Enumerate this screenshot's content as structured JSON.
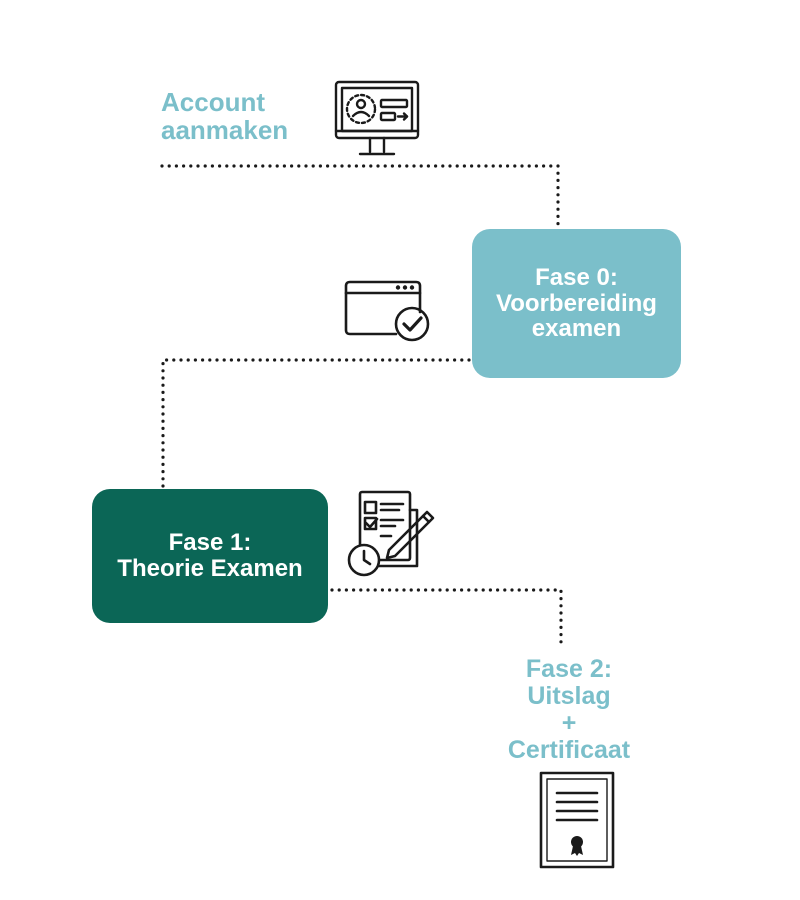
{
  "colors": {
    "light_teal": "#7bbfca",
    "dark_teal": "#0b6656",
    "icon_stroke": "#1a1a1a",
    "connector": "#1a1a1a",
    "background": "#ffffff"
  },
  "steps": {
    "account": {
      "line1": "Account",
      "line2": "aanmaken",
      "icon": "computer-profile-icon"
    },
    "fase0": {
      "line1": "Fase 0:",
      "line2": "Voorbereiding",
      "line3": "examen",
      "icon": "browser-check-icon"
    },
    "fase1": {
      "line1": "Fase 1:",
      "line2": "Theorie Examen",
      "icon": "exam-clipboard-icon"
    },
    "fase2": {
      "line1": "Fase 2:",
      "line2": "Uitslag",
      "line3": "+",
      "line4": "Certificaat",
      "icon": "certificate-icon"
    }
  }
}
